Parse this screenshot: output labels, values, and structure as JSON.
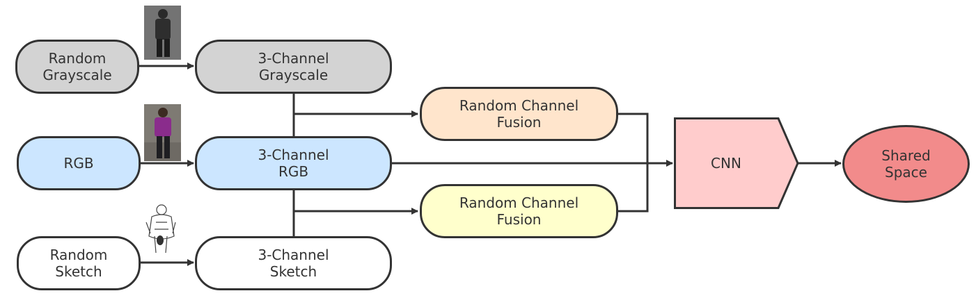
{
  "nodes": {
    "random_grayscale": "Random\nGrayscale",
    "grayscale_3ch": "3-Channel\nGrayscale",
    "rgb": "RGB",
    "rgb_3ch": "3-Channel\nRGB",
    "random_sketch": "Random\nSketch",
    "sketch_3ch": "3-Channel\nSketch",
    "fusion_top": "Random Channel\nFusion",
    "fusion_bottom": "Random Channel\nFusion",
    "cnn": "CNN",
    "shared_space": "Shared\nSpace"
  },
  "colors": {
    "grayscale": "#d3d3d3",
    "rgb": "#cce6ff",
    "sketch": "#ffffff",
    "fusion_top": "#ffe5cc",
    "fusion_bottom": "#ffffcc",
    "cnn": "#ffcccc",
    "shared_space": "#f28b8b",
    "line": "#333333"
  },
  "thumbnails": [
    "grayscale-person-image",
    "rgb-person-image",
    "sketch-person-image"
  ]
}
